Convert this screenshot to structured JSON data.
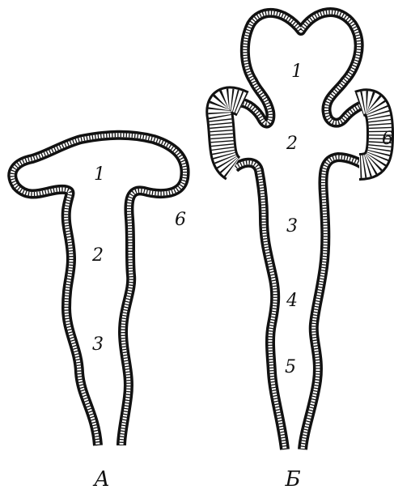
{
  "panel_a": {
    "caption": "А",
    "labels": {
      "l1": "1",
      "l2": "2",
      "l3": "3",
      "l6": "6"
    }
  },
  "panel_b": {
    "caption": "Б",
    "labels": {
      "l1": "1",
      "l2": "2",
      "l3": "3",
      "l4": "4",
      "l5": "5",
      "l6": "6"
    }
  },
  "colors": {
    "ink": "#111111",
    "paper": "#ffffff"
  }
}
